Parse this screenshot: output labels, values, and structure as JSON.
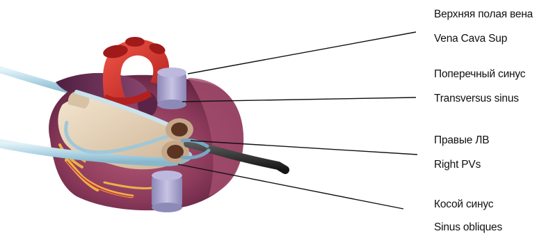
{
  "labels": [
    {
      "ru": "Верхняя полая вена",
      "en": "Vena Cava Sup"
    },
    {
      "ru": "Поперечный синус",
      "en": "Transversus sinus"
    },
    {
      "ru": "Правые ЛВ",
      "en": "Right PVs"
    },
    {
      "ru": "Косой синус",
      "en": "Sinus obliques"
    }
  ],
  "colors": {
    "myocardium": "#8e3b5c",
    "aorta": "#d8342c",
    "atrium": "#e6d2b8",
    "pulmonary_artery": "#6f2f56",
    "tube": "#b9dbe8",
    "vessel_band": "#a8a4cc",
    "fat": "#e9b24a",
    "catheter": "#2b2b2b",
    "pointer_line": "#111111"
  }
}
